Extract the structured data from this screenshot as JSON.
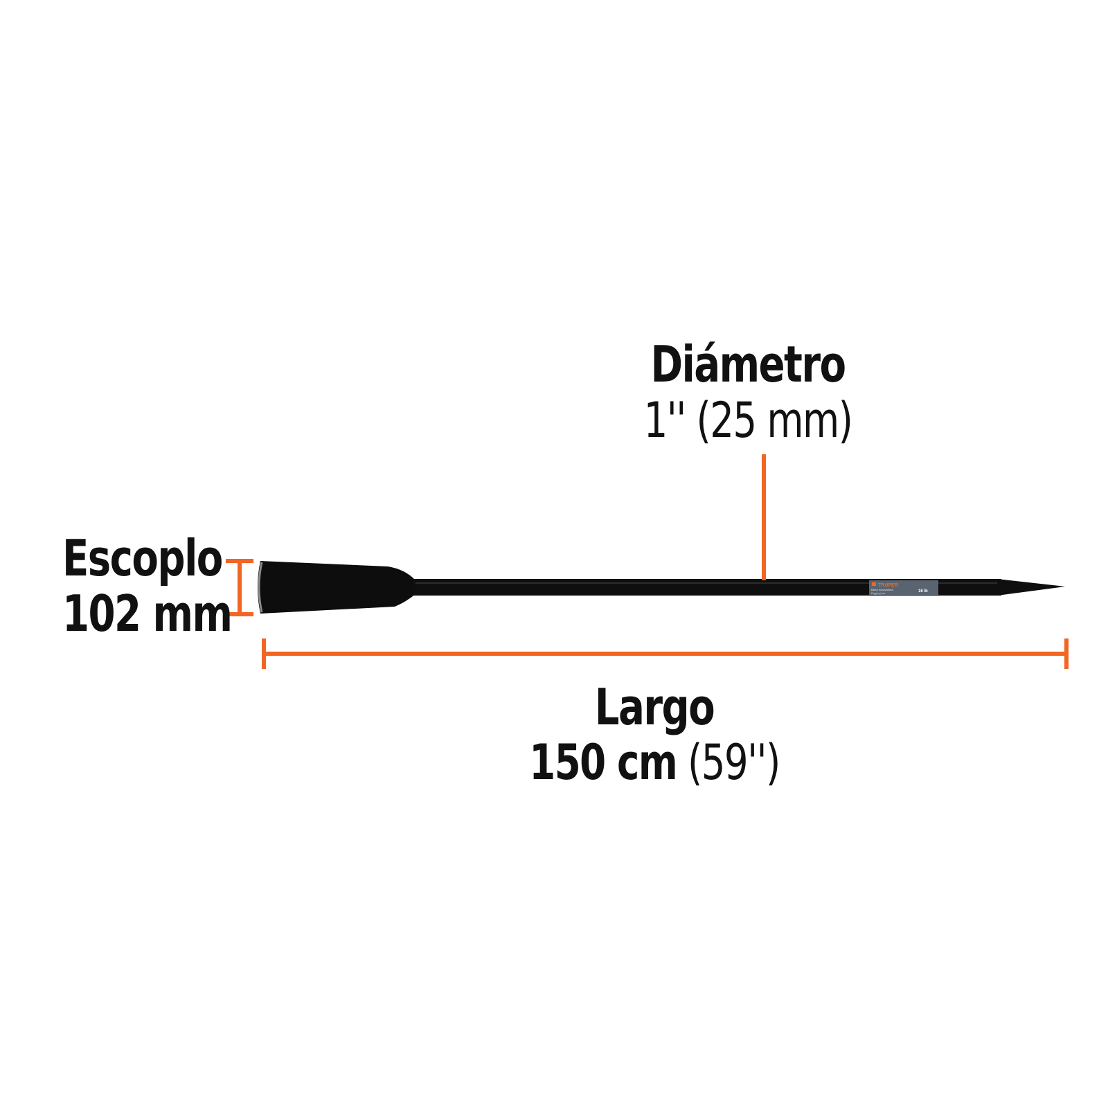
{
  "diameter": {
    "title": "Diámetro",
    "value": "1'' (25 mm)"
  },
  "chisel": {
    "title": "Escoplo",
    "value": "102 mm"
  },
  "length": {
    "title": "Largo",
    "value_main": "150 cm",
    "value_alt": "(59'')"
  },
  "product_label": {
    "brand": "TRUPER",
    "name": "Barra excavadora",
    "subtitle": "Digging bar",
    "size": "16 lb"
  },
  "colors": {
    "accent": "#F26522",
    "text": "#111111",
    "tool": "#0d0d0d",
    "label_bg": "#5a6470"
  }
}
